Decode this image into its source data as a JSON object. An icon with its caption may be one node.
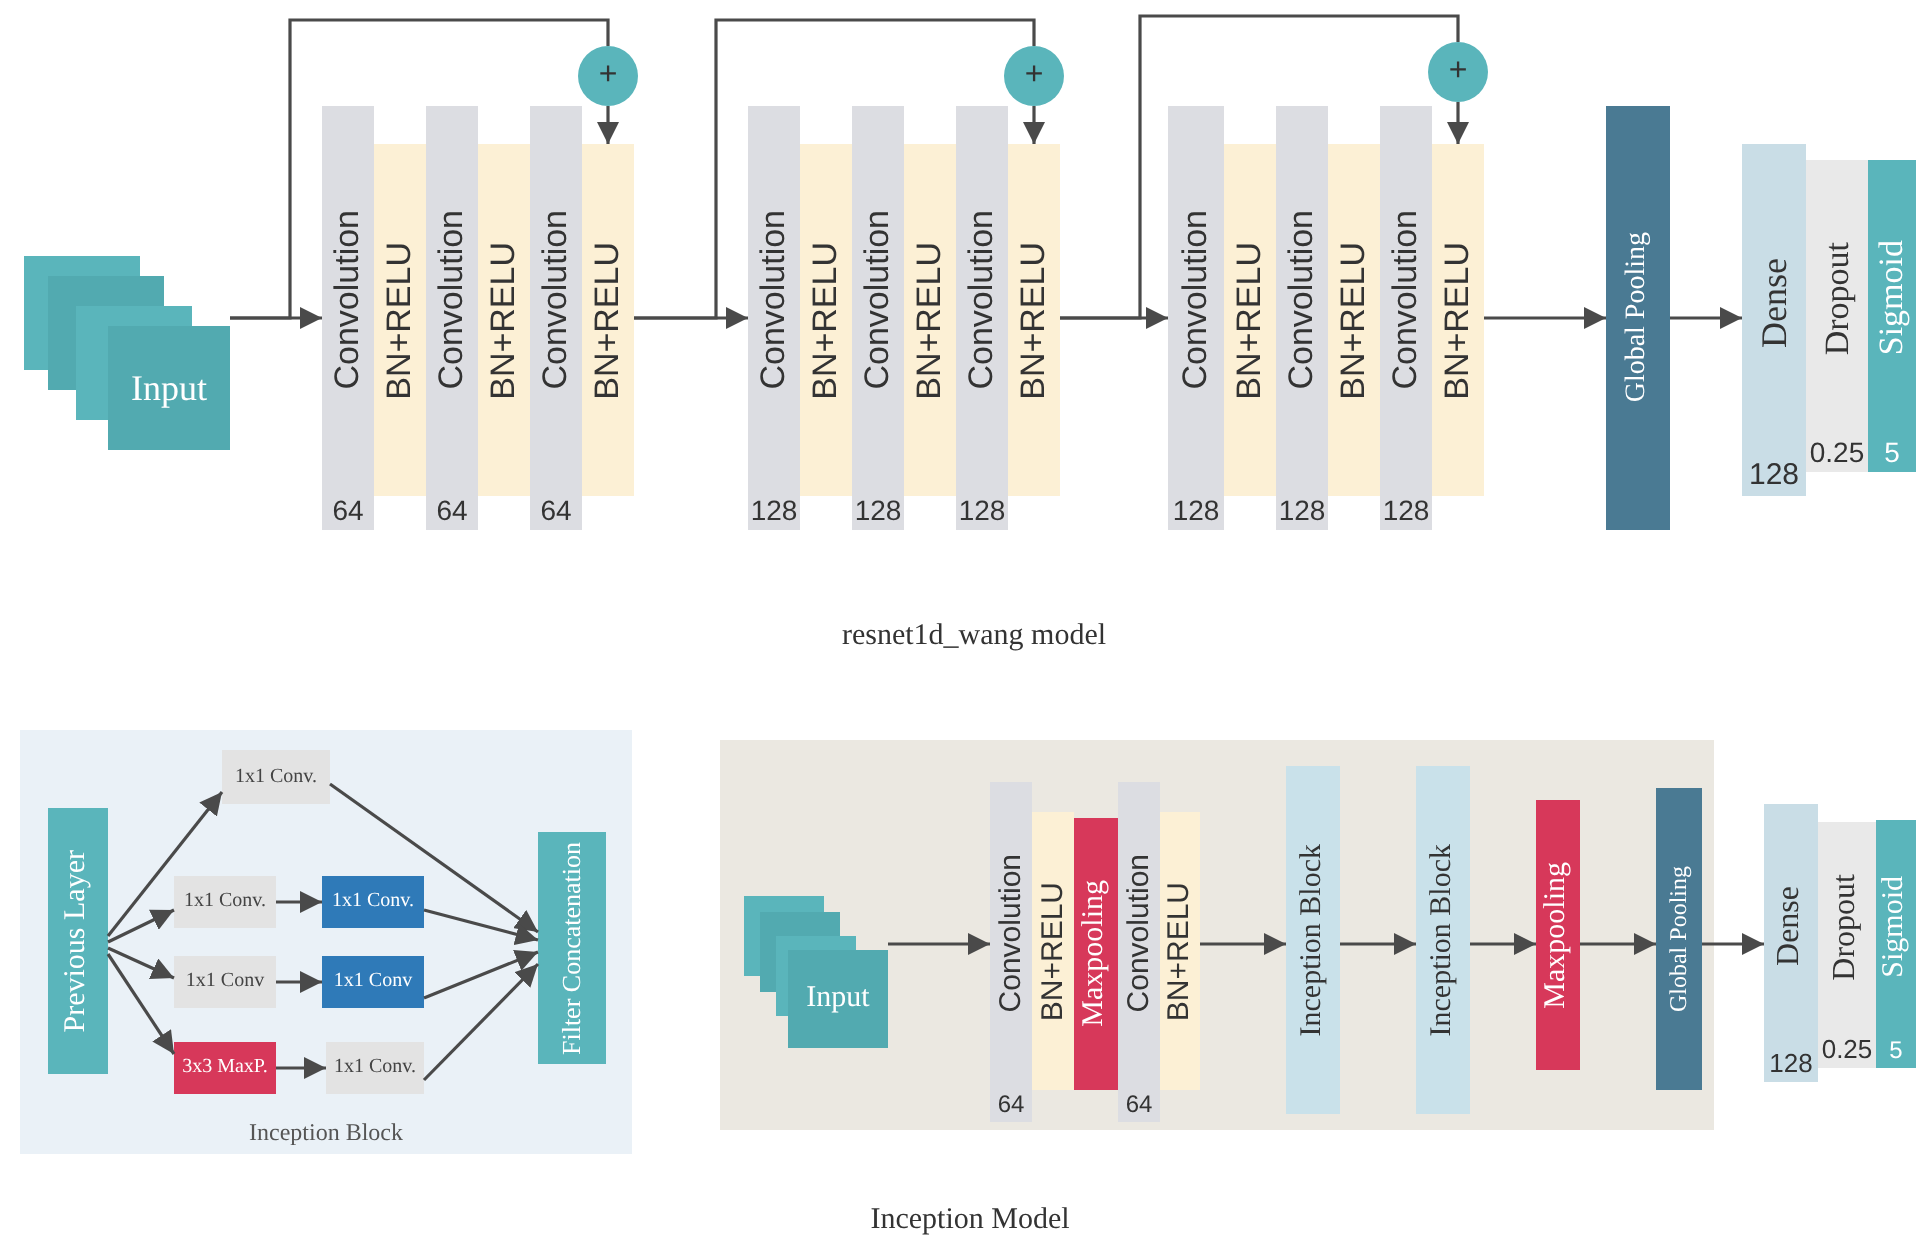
{
  "diagram": {
    "nodes": [
      {
        "text": [
          "Input"
        ]
      },
      {
        "text": [
          "Convolution",
          "64"
        ]
      },
      {
        "text": [
          "BN+RELU"
        ]
      },
      {
        "text": [
          "Convolution",
          "64"
        ]
      },
      {
        "text": [
          "BN+RELU"
        ]
      },
      {
        "text": [
          "Convolution",
          "64"
        ]
      },
      {
        "text": [
          "BN+RELU"
        ]
      },
      {
        "text": [
          "+"
        ]
      },
      {
        "text": [
          "Convolution",
          "128"
        ]
      },
      {
        "text": [
          "BN+RELU"
        ]
      },
      {
        "text": [
          "Convolution",
          "128"
        ]
      },
      {
        "text": [
          "BN+RELU"
        ]
      },
      {
        "text": [
          "Convolution",
          "128"
        ]
      },
      {
        "text": [
          "BN+RELU"
        ]
      },
      {
        "text": [
          "+"
        ]
      },
      {
        "text": [
          "Convolution",
          "128"
        ]
      },
      {
        "text": [
          "BN+RELU"
        ]
      },
      {
        "text": [
          "Convolution",
          "128"
        ]
      },
      {
        "text": [
          "BN+RELU"
        ]
      },
      {
        "text": [
          "Convolution",
          "128"
        ]
      },
      {
        "text": [
          "BN+RELU"
        ]
      },
      {
        "text": [
          "+"
        ]
      },
      {
        "text": [
          "Global Pooling"
        ]
      },
      {
        "text": [
          "Dense",
          "128"
        ]
      },
      {
        "text": [
          "Dropout",
          "0.25"
        ]
      },
      {
        "text": [
          "Sigmoid",
          "5"
        ]
      },
      {
        "text": [
          "Inception Block"
        ]
      },
      {
        "text": [
          "Previous Layer"
        ],
        "in": 26
      },
      {
        "text": [
          "1x1 Conv."
        ],
        "in": 26
      },
      {
        "text": [
          "1x1 Conv."
        ],
        "in": 26
      },
      {
        "text": [
          "1x1 Conv."
        ],
        "in": 26
      },
      {
        "text": [
          "1x1 Conv"
        ],
        "in": 26
      },
      {
        "text": [
          "1x1 Conv"
        ],
        "in": 26
      },
      {
        "text": [
          "3x3 MaxP."
        ],
        "in": 26
      },
      {
        "text": [
          "1x1 Conv."
        ],
        "in": 26
      },
      {
        "text": [
          "Filter Concatenation"
        ],
        "in": 26
      },
      {
        "text": [],
        "shape": "box"
      },
      {
        "text": [
          "Input"
        ],
        "in": 36
      },
      {
        "text": [
          "Convolution",
          "64"
        ],
        "in": 36
      },
      {
        "text": [
          "BN+RELU"
        ],
        "in": 36
      },
      {
        "text": [
          "Maxpooling"
        ],
        "in": 36
      },
      {
        "text": [
          "Convolution",
          "64"
        ],
        "in": 36
      },
      {
        "text": [
          "BN+RELU"
        ],
        "in": 36
      },
      {
        "text": [
          "Inception Block"
        ],
        "in": 36
      },
      {
        "text": [
          "Inception Block"
        ],
        "in": 36
      },
      {
        "text": [
          "Maxpooling"
        ],
        "in": 36
      },
      {
        "text": [
          "Global Pooling"
        ],
        "in": 36
      },
      {
        "text": [
          "Dense",
          "128"
        ]
      },
      {
        "text": [
          "Dropout",
          "0.25"
        ]
      },
      {
        "text": [
          "Sigmoid",
          "5"
        ]
      }
    ],
    "edges": [
      {
        "from": 0,
        "to": 1,
        "arrow": "to"
      },
      {
        "from": 0,
        "to": 7,
        "arrow": "none"
      },
      {
        "from": 7,
        "to": 6,
        "arrow": "to"
      },
      {
        "from": 6,
        "to": 8,
        "arrow": "to"
      },
      {
        "from": 6,
        "to": 14,
        "arrow": "none"
      },
      {
        "from": 14,
        "to": 13,
        "arrow": "to"
      },
      {
        "from": 13,
        "to": 15,
        "arrow": "to"
      },
      {
        "from": 13,
        "to": 21,
        "arrow": "none"
      },
      {
        "from": 21,
        "to": 20,
        "arrow": "to"
      },
      {
        "from": 20,
        "to": 22,
        "arrow": "to"
      },
      {
        "from": 22,
        "to": 23,
        "arrow": "to"
      },
      {
        "from": 27,
        "to": 28,
        "arrow": "to"
      },
      {
        "from": 27,
        "to": 29,
        "arrow": "to"
      },
      {
        "from": 27,
        "to": 31,
        "arrow": "to"
      },
      {
        "from": 27,
        "to": 33,
        "arrow": "to"
      },
      {
        "from": 29,
        "to": 30,
        "arrow": "to"
      },
      {
        "from": 31,
        "to": 32,
        "arrow": "to"
      },
      {
        "from": 33,
        "to": 34,
        "arrow": "to"
      },
      {
        "from": 28,
        "to": 35,
        "arrow": "to"
      },
      {
        "from": 30,
        "to": 35,
        "arrow": "to"
      },
      {
        "from": 32,
        "to": 35,
        "arrow": "to"
      },
      {
        "from": 34,
        "to": 35,
        "arrow": "to"
      },
      {
        "from": 37,
        "to": 38,
        "arrow": "to"
      },
      {
        "from": 42,
        "to": 43,
        "arrow": "to"
      },
      {
        "from": 43,
        "to": 44,
        "arrow": "to"
      },
      {
        "from": 44,
        "to": 45,
        "arrow": "to"
      },
      {
        "from": 45,
        "to": 46,
        "arrow": "to"
      },
      {
        "from": 46,
        "to": 47,
        "arrow": "to"
      }
    ],
    "labels": [
      "resnet1d_wang model",
      "Inception Model"
    ]
  }
}
